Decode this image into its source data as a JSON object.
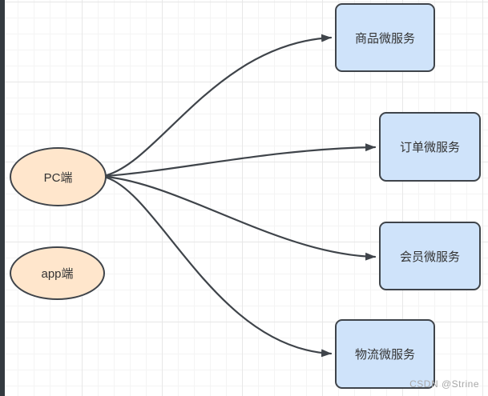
{
  "diagram": {
    "clients": [
      {
        "id": "pc",
        "label": "PC端"
      },
      {
        "id": "app",
        "label": "app端"
      }
    ],
    "services": [
      {
        "id": "product",
        "label": "商品微服务"
      },
      {
        "id": "order",
        "label": "订单微服务"
      },
      {
        "id": "member",
        "label": "会员微服务"
      },
      {
        "id": "logistics",
        "label": "物流微服务"
      }
    ],
    "edges": [
      {
        "from": "PC端",
        "to": "商品微服务"
      },
      {
        "from": "PC端",
        "to": "订单微服务"
      },
      {
        "from": "PC端",
        "to": "会员微服务"
      },
      {
        "from": "PC端",
        "to": "物流微服务"
      }
    ]
  },
  "watermark": "CSDN @Strine",
  "colors": {
    "service_fill": "#cfe3fa",
    "client_fill": "#ffe6cc",
    "stroke": "#3f444a",
    "text": "#333333",
    "grid_minor": "#f4f4f4",
    "grid_major": "#e7e7e7",
    "left_strip": "#343a40",
    "watermark_text": "#a9a9a9",
    "canvas_background": "#ffffff"
  }
}
